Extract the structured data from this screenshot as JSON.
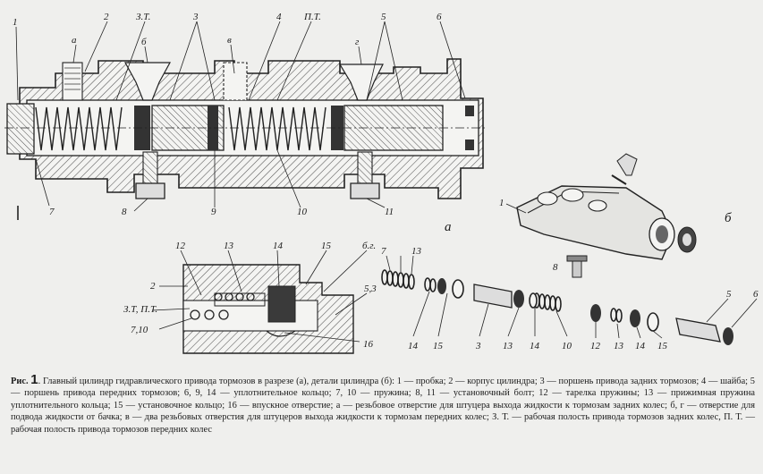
{
  "labels": {
    "main": {
      "l1": "1",
      "l2": "2",
      "l3": "3",
      "l4": "4",
      "l5": "5",
      "l6": "6",
      "l7": "7",
      "l8": "8",
      "l9": "9",
      "l10": "10",
      "l11": "11",
      "la": "а",
      "lb": "б",
      "lv": "в",
      "lg": "г",
      "lzt": "З.Т.",
      "lpt": "П.Т."
    },
    "detail": {
      "l12": "12",
      "l13": "13",
      "l14": "14",
      "l15": "15",
      "l16": "16",
      "l2": "2",
      "lbg": "б.г.",
      "l53": "5,3",
      "lztpt": "З.Т, П.Т.",
      "l710": "7,10"
    },
    "body_view": {
      "l1": "1",
      "l8": "8",
      "lb": "б"
    },
    "exploded": {
      "l7": "7",
      "l13a": "13",
      "l14a": "14",
      "l15a": "15",
      "l3": "3",
      "l13b": "13",
      "l14b": "14",
      "l10": "10",
      "l12": "12",
      "l13c": "13",
      "l14c": "14",
      "l15b": "15",
      "l5": "5",
      "l6": "6"
    },
    "subfig_a": "а"
  },
  "caption": {
    "prefix": "Рис.",
    "number": "1",
    "text": ". Главный цилиндр гидравлического привода тормозов в разрезе (а), детали цилиндра (б): 1 — пробка; 2 — корпус цилиндра; 3 — поршень привода задних тормозов; 4 — шайба; 5 — поршень привода передних тормозов; 6, 9, 14 — уплотнительное кольцо; 7, 10 — пружина; 8, 11 — установочный болт; 12 — тарелка пружины; 13 — прижимная пружина уплотнительного кольца; 15 — установочное кольцо; 16 — впускное отверстие; а — резьбовое отверстие для штуцера выхода жидкости к тормозам задних колес; б, г — отверстие для подвода жидкости от бачка; в — два резьбовых отверстия для штуцеров выхода жидкости к тормозам передних колес; З. Т. — рабочая полость привода тормозов задних колес, П. Т. — рабочая полость привода тормозов передних колес"
  }
}
